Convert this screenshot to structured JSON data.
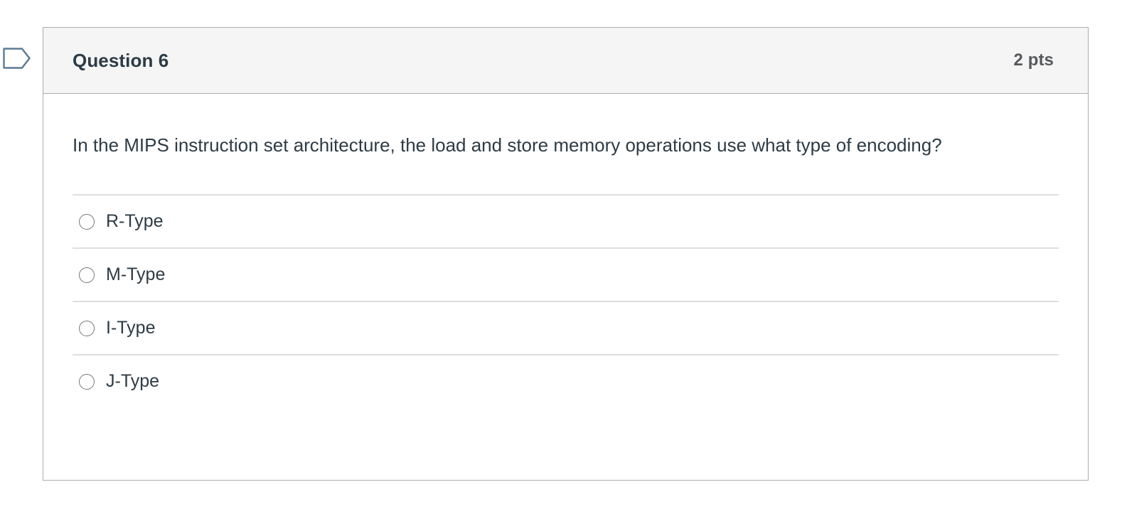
{
  "question": {
    "flag_icon": "flag-bookmark-icon",
    "title": "Question 6",
    "points": "2 pts",
    "text": "In the MIPS instruction set architecture, the load and store memory operations use what type of encoding?",
    "answers": [
      {
        "label": "R-Type",
        "selected": false
      },
      {
        "label": "M-Type",
        "selected": false
      },
      {
        "label": "I-Type",
        "selected": false
      },
      {
        "label": "J-Type",
        "selected": false
      }
    ]
  },
  "colors": {
    "card_border": "#a9adb1",
    "header_background": "#f5f5f5",
    "title_text": "#2d3b45",
    "points_text": "#56595c",
    "body_text": "#2d3b45",
    "separator": "#dedede",
    "radio_border": "#73787c",
    "flag_stroke": "#5b7b93"
  }
}
